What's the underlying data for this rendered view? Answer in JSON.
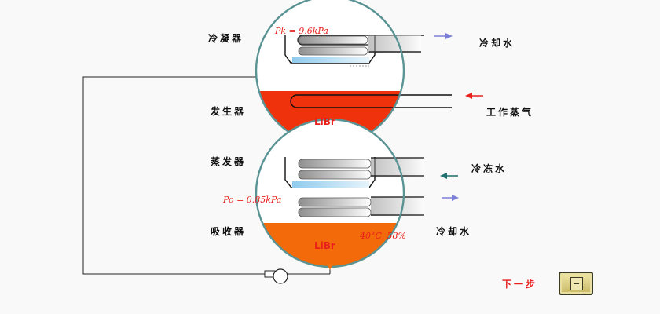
{
  "labels": {
    "condenser": "冷凝器",
    "generator": "发生器",
    "evaporator": "蒸发器",
    "absorber": "吸收器",
    "cooling_water_top": "冷却水",
    "working_steam": "工作蒸气",
    "chilled_water": "冷冻水",
    "cooling_water_bottom": "冷却水"
  },
  "pressures": {
    "top": "Pk = 9.6kPa",
    "bottom": "Po = 0.85kPa"
  },
  "solution": {
    "top": "LiBr",
    "bottom": "LiBr",
    "state": "40°C, 58%"
  },
  "navigation": {
    "next_label": "下一步"
  },
  "colors": {
    "vessel_outline": "#5a9394",
    "solution_top": "#f0320c",
    "solution_bottom": "#f26a0a",
    "water_film": "#9fd3ef",
    "arrow_outflow": "#7b7fd8",
    "arrow_steam": "#e8201c",
    "arrow_chilled": "#1f6f6f",
    "arrow_down": "#f07010"
  }
}
